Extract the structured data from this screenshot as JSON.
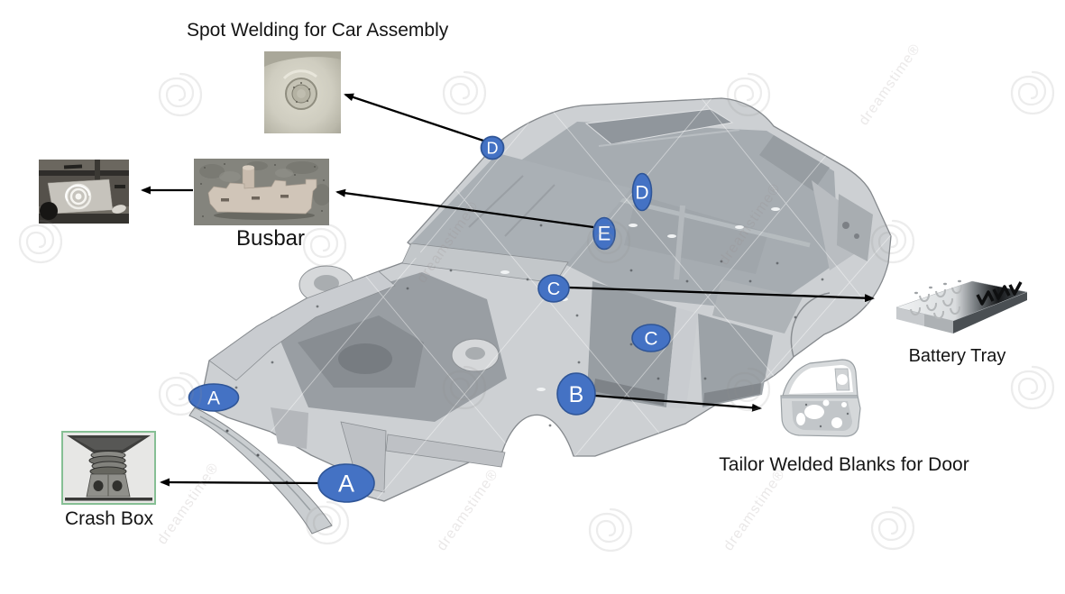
{
  "title": "Spot Welding for Car Assembly",
  "captions": {
    "busbar": "Busbar",
    "battery_tray": "Battery Tray",
    "twb_door": "Tailor Welded Blanks for Door",
    "crash_box": "Crash Box"
  },
  "markers": [
    {
      "letter": "A"
    },
    {
      "letter": "A"
    },
    {
      "letter": "B"
    },
    {
      "letter": "C"
    },
    {
      "letter": "C"
    },
    {
      "letter": "D"
    },
    {
      "letter": "D"
    },
    {
      "letter": "E"
    }
  ],
  "watermark": {
    "text": "dreamstime®"
  },
  "colors": {
    "marker_fill": "#4472c4",
    "marker_border": "#2f5597",
    "marker_text": "#ffffff",
    "arrow": "#000000",
    "label_text": "#141414",
    "crash_box_frame": "#86bf94",
    "car_body_gray": "#cdd0d3"
  }
}
